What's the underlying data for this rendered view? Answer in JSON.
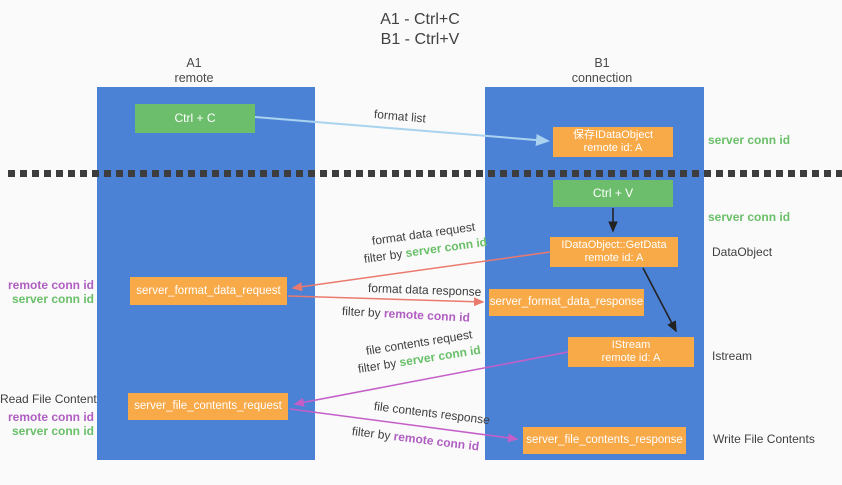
{
  "title": {
    "line1": "A1 - Ctrl+C",
    "line2": "B1 - Ctrl+V"
  },
  "lifelines": {
    "a1": {
      "name": "A1",
      "role": "remote"
    },
    "b1": {
      "name": "B1",
      "role": "connection"
    }
  },
  "nodes": {
    "ctrl_c": {
      "label": "Ctrl + C"
    },
    "ctrl_v": {
      "label": "Ctrl + V"
    },
    "save_idataobject": {
      "line1": "保存IDataObject",
      "line2": "remote id: A"
    },
    "getdata": {
      "line1": "IDataObject::GetData",
      "line2": "remote id: A"
    },
    "istream": {
      "line1": "IStream",
      "line2": "remote id: A"
    },
    "server_format_data_request": {
      "label": "server_format_data_request"
    },
    "server_format_data_response": {
      "label": "server_format_data_response"
    },
    "server_file_contents_request": {
      "label": "server_file_contents_request"
    },
    "server_file_contents_response": {
      "label": "server_file_contents_response"
    }
  },
  "arrow_labels": {
    "format_list": "format list",
    "format_data_request": "format data request",
    "format_data_response": "format data response",
    "file_contents_request": "file contents request",
    "file_contents_response": "file contents response",
    "filter_by": "filter by",
    "server_conn_id": "server conn id",
    "remote_conn_id": "remote conn id"
  },
  "side_labels": {
    "right_server_conn_top": "server conn id",
    "right_server_conn_mid": "server conn id",
    "right_dataobject": "DataObject",
    "right_istream": "Istream",
    "right_write_file": "Write File Contents",
    "left_read_file": "Read File Contents",
    "left_remote_conn_1": "remote conn id",
    "left_server_conn_1": "server conn id",
    "left_remote_conn_2": "remote conn id",
    "left_server_conn_2": "server conn id"
  },
  "colors": {
    "lifeline_blue": "#4c82d6",
    "node_green": "#6cbe6c",
    "node_orange": "#f8a948",
    "arrow_light_blue": "#a9d3ef",
    "arrow_red": "#ea7a6e",
    "arrow_magenta": "#c45fc8",
    "arrow_black": "#222222",
    "text_green": "#6abf69",
    "text_purple": "#b05ec2",
    "text_dark": "#3f3f3f"
  }
}
